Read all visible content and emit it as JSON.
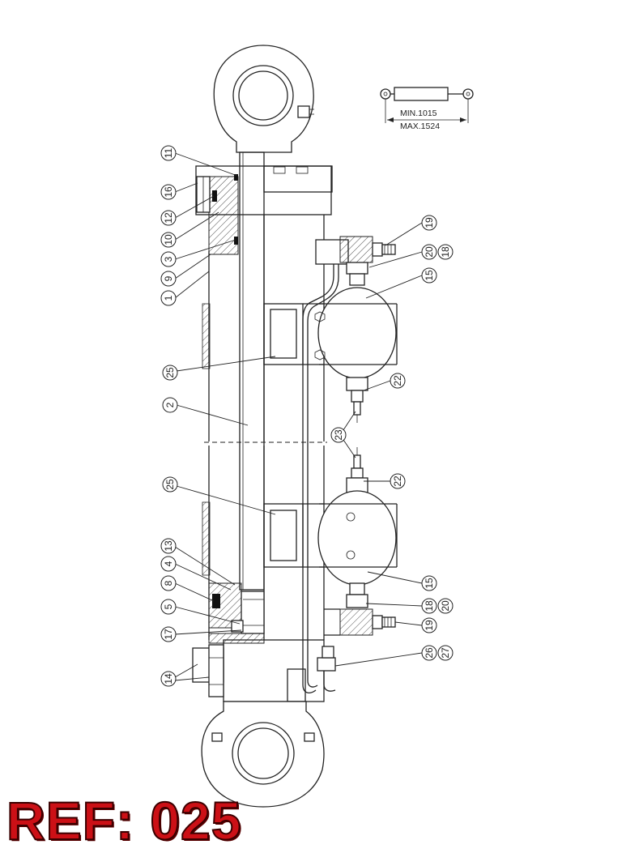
{
  "dimensions": {
    "min_label": "MIN.1015",
    "max_label": "MAX.1524"
  },
  "balloons": {
    "b11": "11",
    "b16": "16",
    "b12": "12",
    "b10": "10",
    "b3": "3",
    "b9": "9",
    "b1": "1",
    "b25a": "25",
    "b2": "2",
    "b25b": "25",
    "b13": "13",
    "b4": "4",
    "b8": "8",
    "b5": "5",
    "b17": "17",
    "b14": "14",
    "b19a": "19",
    "b20a": "20",
    "b18a": "18",
    "b15a": "15",
    "b22a": "22",
    "b23": "23",
    "b22b": "22",
    "b15b": "15",
    "b18b": "18",
    "b20b": "20",
    "b19b": "19",
    "b26": "26",
    "b27": "27"
  },
  "reference": {
    "label": "REF: 025",
    "color": "#cc1016"
  }
}
